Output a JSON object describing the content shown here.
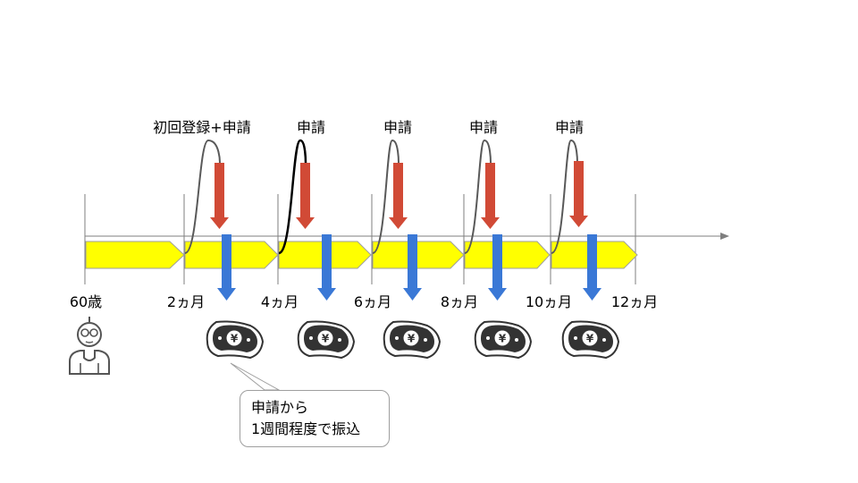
{
  "colors": {
    "arrow_fill": "#ffff00",
    "arrow_stroke": "#9e9e9e",
    "apply_arrow": "#d14a36",
    "pay_arrow": "#3a78d6",
    "axis": "#7f7f7f",
    "curve": "#595959",
    "curve_highlight": "#000000"
  },
  "timeline": {
    "ticks": [
      "60歳",
      "2ヵ月",
      "4ヵ月",
      "6ヵ月",
      "8ヵ月",
      "10ヵ月",
      "12ヵ月"
    ]
  },
  "applications": [
    {
      "label": "初回登録+申請"
    },
    {
      "label": "申請"
    },
    {
      "label": "申請"
    },
    {
      "label": "申請"
    },
    {
      "label": "申請"
    }
  ],
  "icons": {
    "person": "elderly-person-icon",
    "money": "yen-banknote-icon"
  },
  "callout": {
    "line1": "申請から",
    "line2": "1週間程度で振込"
  }
}
